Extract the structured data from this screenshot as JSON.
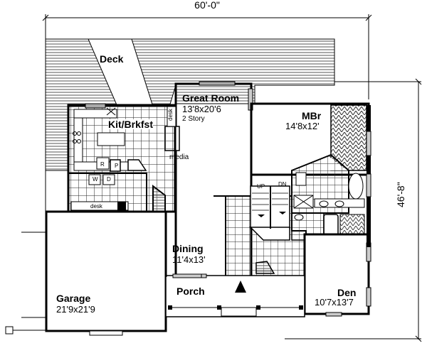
{
  "plan": {
    "overall_width": "60'-0\"",
    "overall_depth": "46'-8\"",
    "rooms": [
      {
        "name": "Deck",
        "size": ""
      },
      {
        "name": "Great Room",
        "size": "13'8x20'6",
        "note": "2 Story"
      },
      {
        "name": "Kit/Brkfst",
        "size": ""
      },
      {
        "name": "MBr",
        "size": "14'8x12'"
      },
      {
        "name": "Dining",
        "size": "11'4x13'"
      },
      {
        "name": "Porch",
        "size": ""
      },
      {
        "name": "Den",
        "size": "10'7x13'7"
      },
      {
        "name": "Garage",
        "size": "21'9x21'9"
      }
    ],
    "fixtures": {
      "kitchen_desk": "desk",
      "great_room_desk": "desk",
      "laundry_desk": "desk",
      "media": "media",
      "refrigerator": "R",
      "pantry": "P",
      "washer": "W",
      "dryer": "D",
      "stairs_up": "UP",
      "stairs_down": "DN"
    },
    "colors": {
      "line": "#000000",
      "hatch": "#555555",
      "grid": "#222222",
      "background": "#ffffff"
    }
  }
}
